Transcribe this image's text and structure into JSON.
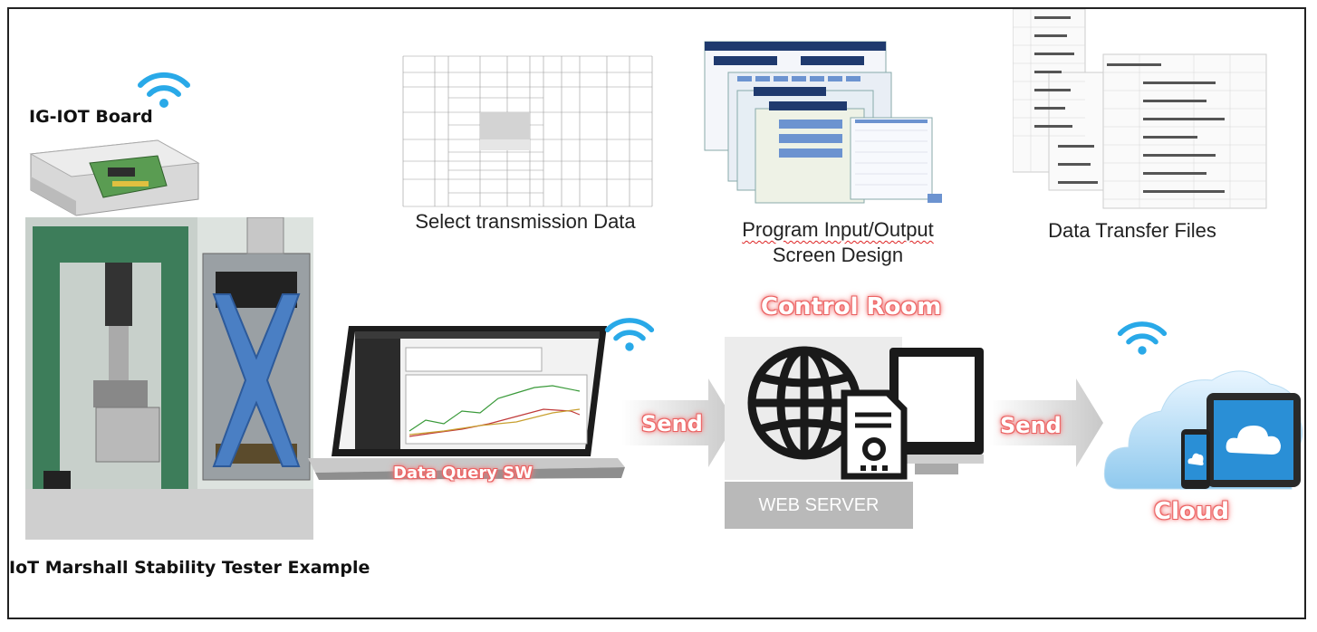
{
  "device": {
    "board_label": "IG-IOT Board",
    "tester_caption": "IoT Marshall Stability Tester Example"
  },
  "docs": {
    "select_caption": "Select transmission Data",
    "program_caption_line1": "Program Input/Output",
    "program_caption_line2": "Screen Design",
    "transfer_caption": "Data Transfer Files"
  },
  "flow": {
    "laptop_label": "Data Query SW",
    "send_label_1": "Send",
    "control_room_label": "Control Room",
    "web_server_label": "WEB SERVER",
    "send_label_2": "Send",
    "cloud_label": "Cloud"
  },
  "colors": {
    "wifi": "#29a9e8",
    "glow": "#f06a6a",
    "x_mark": "#4a7fc4",
    "machine_green": "#3d7d5a"
  },
  "icons": [
    "wifi-icon",
    "globe-icon",
    "document-icon",
    "monitor-icon",
    "cloud-icon",
    "tablet-icon",
    "phone-icon",
    "arrow-icon"
  ]
}
